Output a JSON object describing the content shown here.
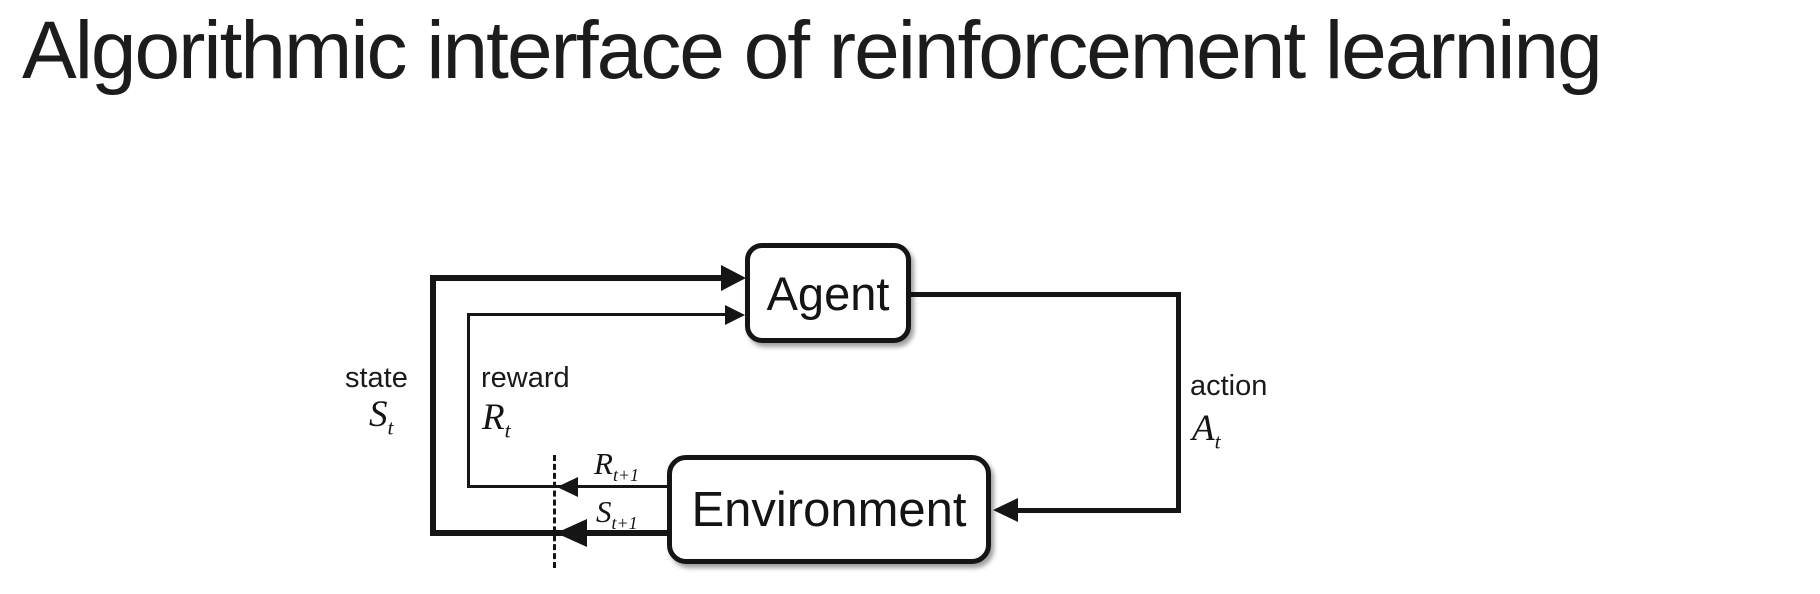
{
  "title": "Algorithmic interface of reinforcement learning",
  "diagram": {
    "nodes": {
      "agent": "Agent",
      "environment": "Environment"
    },
    "labels": {
      "state": "state",
      "reward": "reward",
      "action": "action"
    },
    "symbols": {
      "state": {
        "base": "S",
        "sub": "t"
      },
      "reward": {
        "base": "R",
        "sub": "t"
      },
      "action": {
        "base": "A",
        "sub": "t"
      },
      "next_reward": {
        "base": "R",
        "sub": "t+1"
      },
      "next_state": {
        "base": "S",
        "sub": "t+1"
      }
    },
    "colors": {
      "line": "#151515",
      "node_fill": "#ffffff",
      "text": "#1a1a1a",
      "background": "#ffffff"
    }
  }
}
